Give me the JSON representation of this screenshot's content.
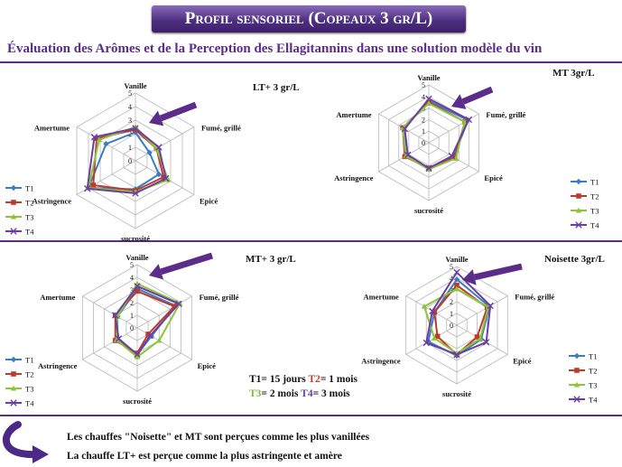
{
  "header": {
    "title": "Profil sensoriel (Copeaux 3 gr/L)",
    "subtitle": "Évaluation des Arômes et de la Perception des Ellagitannins dans une solution modèle du vin"
  },
  "colors": {
    "T1": "#3a7dc4",
    "T2": "#c0392b",
    "T3": "#8cc43a",
    "T4": "#6b3fa0",
    "accent": "#5b2c8a"
  },
  "chart_data": [
    {
      "type": "radar",
      "title": "LT+ 3 gr/L",
      "axes": [
        "Vanille",
        "Fumé, grillé",
        "Epicé",
        "sucrosité",
        "Astringence",
        "Amertume"
      ],
      "rlim": [
        0,
        5
      ],
      "ticks": [
        "0",
        "1",
        "2",
        "3",
        "4",
        "5"
      ],
      "series": [
        {
          "name": "T1",
          "values": [
            2.1,
            1.2,
            2.0,
            2.1,
            4.0,
            2.5
          ]
        },
        {
          "name": "T2",
          "values": [
            2.3,
            1.8,
            2.4,
            2.2,
            3.6,
            3.3
          ]
        },
        {
          "name": "T3",
          "values": [
            2.5,
            1.8,
            2.8,
            2.3,
            4.0,
            3.1
          ]
        },
        {
          "name": "T4",
          "values": [
            2.4,
            2.0,
            2.6,
            2.4,
            4.1,
            3.5
          ]
        }
      ]
    },
    {
      "type": "radar",
      "title": "MT 3gr/L",
      "axes": [
        "Vanille",
        "Fumé, grillé",
        "Epicé",
        "sucrosité",
        "Astringence",
        "Amertume"
      ],
      "rlim": [
        0,
        5
      ],
      "ticks": [
        "0",
        "1",
        "2",
        "3",
        "4",
        "5"
      ],
      "series": [
        {
          "name": "T1",
          "values": [
            3.6,
            3.9,
            2.5,
            2.3,
            2.3,
            2.5
          ]
        },
        {
          "name": "T2",
          "values": [
            3.5,
            3.6,
            2.6,
            2.2,
            2.4,
            2.6
          ]
        },
        {
          "name": "T3",
          "values": [
            3.4,
            3.6,
            2.7,
            2.3,
            2.3,
            2.6
          ]
        },
        {
          "name": "T4",
          "values": [
            3.8,
            4.0,
            2.3,
            2.2,
            2.1,
            2.4
          ]
        }
      ]
    },
    {
      "type": "radar",
      "title": "MT+ 3 gr/L",
      "axes": [
        "Vanille",
        "Fumé, grillé",
        "Epicé",
        "sucrosité",
        "Astringence",
        "Amertume"
      ],
      "rlim": [
        0,
        5
      ],
      "ticks": [
        "0",
        "1",
        "2",
        "3",
        "4",
        "5"
      ],
      "series": [
        {
          "name": "T1",
          "values": [
            3.1,
            3.5,
            1.3,
            2.1,
            1.8,
            1.8
          ]
        },
        {
          "name": "T2",
          "values": [
            2.9,
            3.4,
            1.0,
            2.0,
            2.0,
            2.0
          ]
        },
        {
          "name": "T3",
          "values": [
            3.5,
            3.9,
            2.0,
            2.3,
            1.9,
            1.8
          ]
        },
        {
          "name": "T4",
          "values": [
            3.3,
            3.8,
            1.2,
            2.1,
            1.7,
            2.0
          ]
        }
      ]
    },
    {
      "type": "radar",
      "title": "Noisette 3gr/L",
      "axes": [
        "Vanille",
        "Fumé, grillé",
        "Epicé",
        "sucrosité",
        "Astringence",
        "Amertume"
      ],
      "rlim": [
        0,
        5
      ],
      "ticks": [
        "0",
        "1",
        "2",
        "3",
        "4",
        "5"
      ],
      "series": [
        {
          "name": "T1",
          "values": [
            3.9,
            3.2,
            2.4,
            2.6,
            2.8,
            2.2
          ]
        },
        {
          "name": "T2",
          "values": [
            3.4,
            3.0,
            2.0,
            2.5,
            1.9,
            2.2
          ]
        },
        {
          "name": "T3",
          "values": [
            3.1,
            3.1,
            2.3,
            2.4,
            2.2,
            3.2
          ]
        },
        {
          "name": "T4",
          "values": [
            4.5,
            3.3,
            2.9,
            2.5,
            3.0,
            2.4
          ]
        }
      ]
    }
  ],
  "legend_note": {
    "line1": [
      {
        "t": "T1",
        "c": "c1"
      },
      {
        "t": "= 15 jours ",
        "c": "c1"
      },
      {
        "t": "T2",
        "c": "c2"
      },
      {
        "t": "= 1 mois",
        "c": "c1"
      }
    ],
    "line2": [
      {
        "t": "T3",
        "c": "c3"
      },
      {
        "t": "= 2 mois ",
        "c": "c1"
      },
      {
        "t": "T4",
        "c": "c4"
      },
      {
        "t": "= 3 mois",
        "c": "c1"
      }
    ]
  },
  "footer": {
    "line1": "Les chauffes \"Noisette\" et MT sont perçues comme les plus vanillées",
    "line2": "La chauffe LT+ est perçue comme la plus astringente et amère"
  }
}
